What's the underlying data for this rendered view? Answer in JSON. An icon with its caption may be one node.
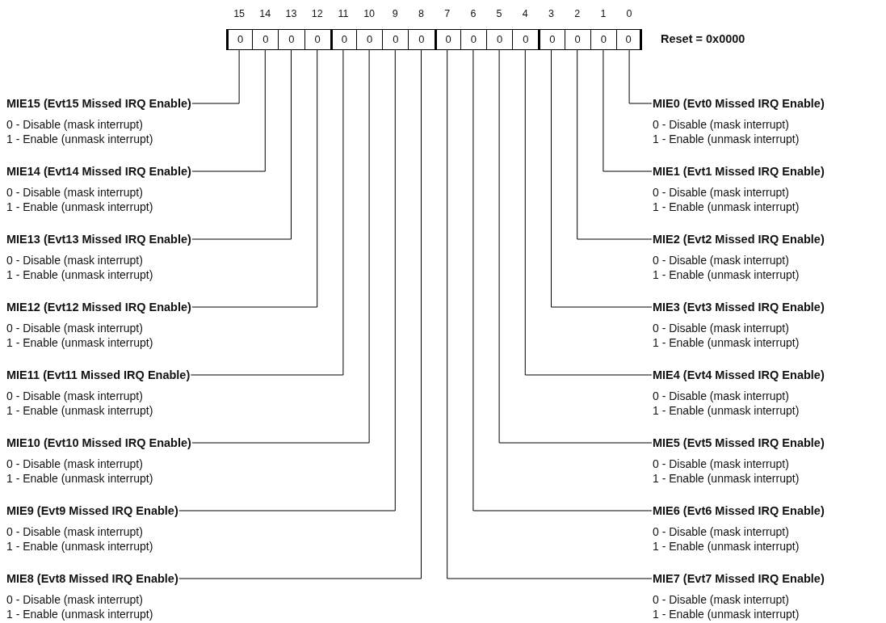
{
  "diagram": {
    "nodes": [
      {
        "text": [
          "0"
        ],
        "beside": [
          "15"
        ]
      },
      {
        "text": [
          "0"
        ],
        "beside": [
          "14"
        ]
      },
      {
        "text": [
          "0"
        ],
        "beside": [
          "13"
        ]
      },
      {
        "text": [
          "0"
        ],
        "beside": [
          "12"
        ]
      },
      {
        "text": [
          "0"
        ],
        "beside": [
          "11"
        ]
      },
      {
        "text": [
          "0"
        ],
        "beside": [
          "10"
        ]
      },
      {
        "text": [
          "0"
        ],
        "beside": [
          "9"
        ]
      },
      {
        "text": [
          "0"
        ],
        "beside": [
          "8"
        ]
      },
      {
        "text": [
          "0"
        ],
        "beside": [
          "7"
        ]
      },
      {
        "text": [
          "0"
        ],
        "beside": [
          "6"
        ]
      },
      {
        "text": [
          "0"
        ],
        "beside": [
          "5"
        ]
      },
      {
        "text": [
          "0"
        ],
        "beside": [
          "4"
        ]
      },
      {
        "text": [
          "0"
        ],
        "beside": [
          "3"
        ]
      },
      {
        "text": [
          "0"
        ],
        "beside": [
          "2"
        ]
      },
      {
        "text": [
          "0"
        ],
        "beside": [
          "1"
        ]
      },
      {
        "text": [
          "0"
        ],
        "beside": [
          "0"
        ]
      },
      {
        "text": [
          "MIE15 (Evt15 Missed IRQ Enable)",
          "0 - Disable (mask interrupt)",
          "1 - Enable (unmask interrupt)"
        ]
      },
      {
        "text": [
          "MIE14 (Evt14 Missed IRQ Enable)",
          "0 - Disable (mask interrupt)",
          "1 - Enable (unmask interrupt)"
        ]
      },
      {
        "text": [
          "MIE13 (Evt13 Missed IRQ Enable)",
          "0 - Disable (mask interrupt)",
          "1 - Enable (unmask interrupt)"
        ]
      },
      {
        "text": [
          "MIE12 (Evt12 Missed IRQ Enable)",
          "0 - Disable (mask interrupt)",
          "1 - Enable (unmask interrupt)"
        ]
      },
      {
        "text": [
          "MIE11 (Evt11 Missed IRQ Enable)",
          "0 - Disable (mask interrupt)",
          "1 - Enable (unmask interrupt)"
        ]
      },
      {
        "text": [
          "MIE10 (Evt10 Missed IRQ Enable)",
          "0 - Disable (mask interrupt)",
          "1 - Enable (unmask interrupt)"
        ]
      },
      {
        "text": [
          "MIE9 (Evt9 Missed IRQ Enable)",
          "0 - Disable (mask interrupt)",
          "1 - Enable (unmask interrupt)"
        ]
      },
      {
        "text": [
          "MIE8 (Evt8 Missed IRQ Enable)",
          "0 - Disable (mask interrupt)",
          "1 - Enable (unmask interrupt)"
        ]
      },
      {
        "text": [
          "MIE0 (Evt0 Missed IRQ Enable)",
          "0 - Disable (mask interrupt)",
          "1 - Enable (unmask interrupt)"
        ]
      },
      {
        "text": [
          "MIE1 (Evt1 Missed IRQ Enable)",
          "0 - Disable (mask interrupt)",
          "1 - Enable (unmask interrupt)"
        ]
      },
      {
        "text": [
          "MIE2 (Evt2 Missed IRQ Enable)",
          "0 - Disable (mask interrupt)",
          "1 - Enable (unmask interrupt)"
        ]
      },
      {
        "text": [
          "MIE3 (Evt3 Missed IRQ Enable)",
          "0 - Disable (mask interrupt)",
          "1 - Enable (unmask interrupt)"
        ]
      },
      {
        "text": [
          "MIE4 (Evt4 Missed IRQ Enable)",
          "0 - Disable (mask interrupt)",
          "1 - Enable (unmask interrupt)"
        ]
      },
      {
        "text": [
          "MIE5 (Evt5 Missed IRQ Enable)",
          "0 - Disable (mask interrupt)",
          "1 - Enable (unmask interrupt)"
        ]
      },
      {
        "text": [
          "MIE6 (Evt6 Missed IRQ Enable)",
          "0 - Disable (mask interrupt)",
          "1 - Enable (unmask interrupt)"
        ]
      },
      {
        "text": [
          "MIE7 (Evt7 Missed IRQ Enable)",
          "0 - Disable (mask interrupt)",
          "1 - Enable (unmask interrupt)"
        ]
      }
    ],
    "edges": [
      {
        "from": 16,
        "to": 0,
        "arrow": "none"
      },
      {
        "from": 17,
        "to": 1,
        "arrow": "none"
      },
      {
        "from": 18,
        "to": 2,
        "arrow": "none"
      },
      {
        "from": 19,
        "to": 3,
        "arrow": "none"
      },
      {
        "from": 20,
        "to": 4,
        "arrow": "none"
      },
      {
        "from": 21,
        "to": 5,
        "arrow": "none"
      },
      {
        "from": 22,
        "to": 6,
        "arrow": "none"
      },
      {
        "from": 23,
        "to": 7,
        "arrow": "none"
      },
      {
        "from": 24,
        "to": 15,
        "arrow": "none"
      },
      {
        "from": 25,
        "to": 14,
        "arrow": "none"
      },
      {
        "from": 26,
        "to": 13,
        "arrow": "none"
      },
      {
        "from": 27,
        "to": 12,
        "arrow": "none"
      },
      {
        "from": 28,
        "to": 11,
        "arrow": "none"
      },
      {
        "from": 29,
        "to": 10,
        "arrow": "none"
      },
      {
        "from": 30,
        "to": 9,
        "arrow": "none"
      },
      {
        "from": 31,
        "to": 8,
        "arrow": "none"
      }
    ],
    "labels": [
      "Reset = 0x0000"
    ]
  }
}
